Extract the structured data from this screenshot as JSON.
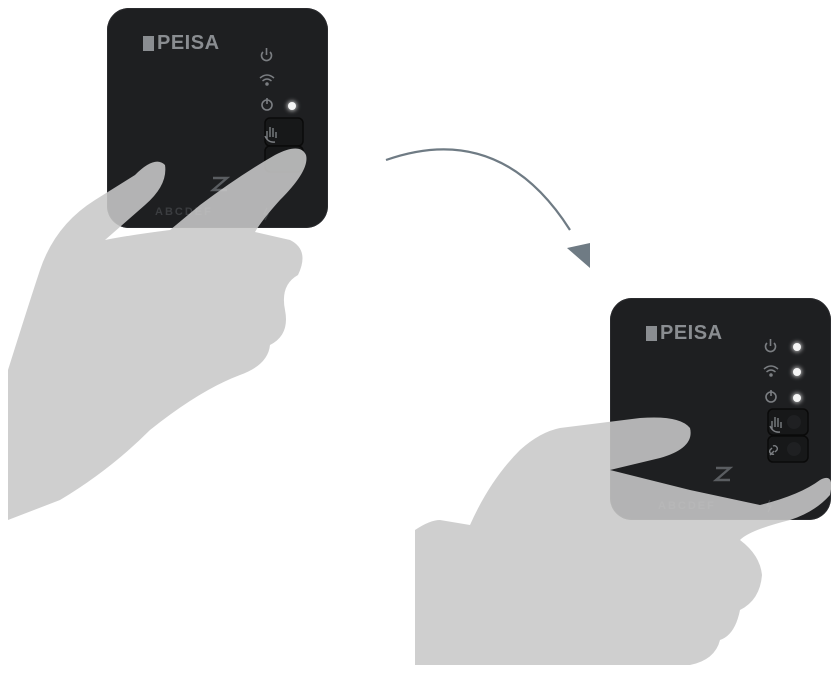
{
  "devices": [
    {
      "brand": "PEISA",
      "codes": "ABCDEF",
      "leds_lit": 1
    },
    {
      "brand": "PEISA",
      "codes": "ABCDEF",
      "leds_lit": 3
    }
  ],
  "colors": {
    "device": "#1e1f21",
    "hand": "#c8c8c8",
    "arrow": "#6f7b84",
    "led": "#f4f4f4",
    "brand": "#8a8d91"
  },
  "icons": [
    "power-icon",
    "wifi-icon",
    "standby-icon",
    "hand-icon",
    "link-icon",
    "z-logo-icon",
    "bolt-icon",
    "curved-arrow-icon"
  ]
}
